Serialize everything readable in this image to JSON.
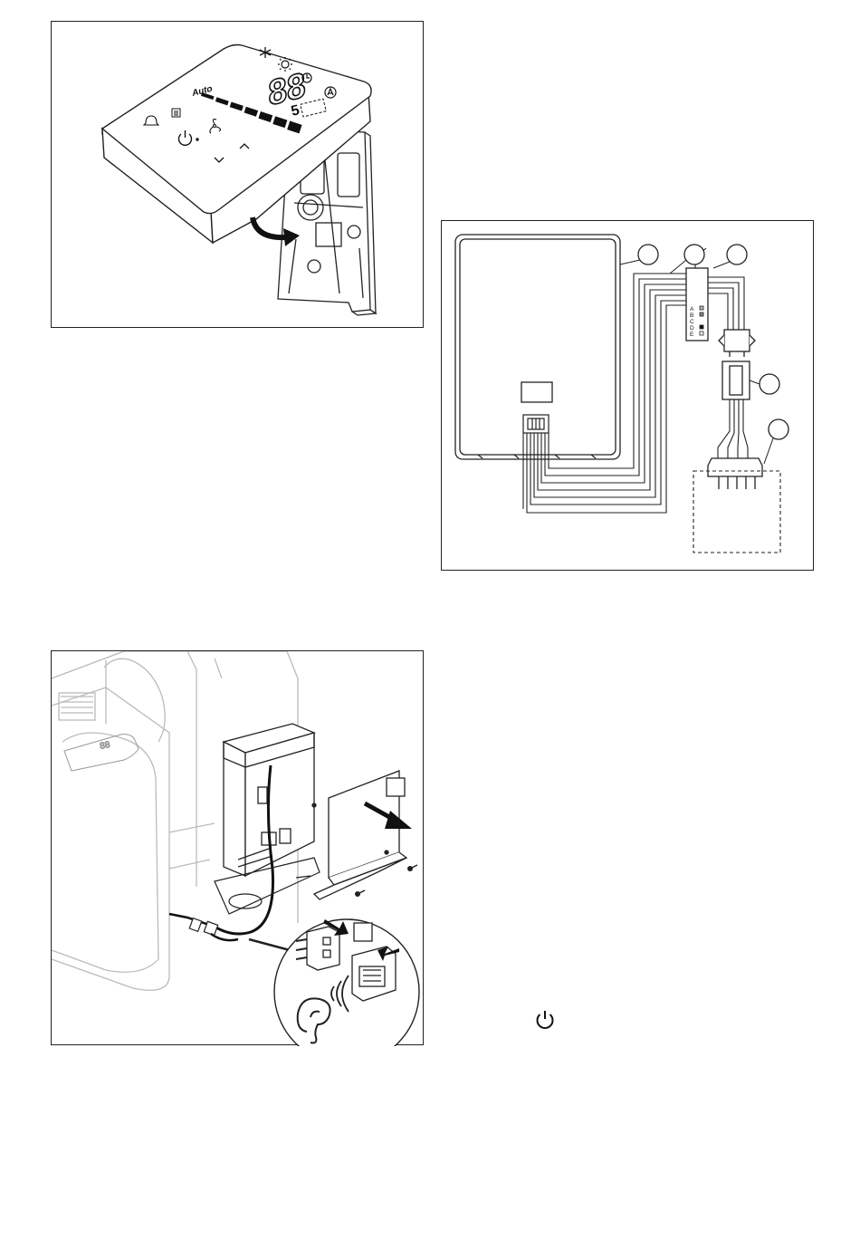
{
  "figures": {
    "wall_mount": {
      "display_digits": "88",
      "display_decimal": "5",
      "auto_label": "Auto"
    },
    "wiring": {
      "terminal_labels": [
        "A",
        "B",
        "C",
        "D",
        "E"
      ]
    },
    "connection": {}
  },
  "icons": [
    "snowflake-icon",
    "sun-icon",
    "timer-icon",
    "auto-mode-icon",
    "fan-icon",
    "power-icon",
    "chevron-up-icon",
    "chevron-down-icon",
    "ear-icon"
  ]
}
